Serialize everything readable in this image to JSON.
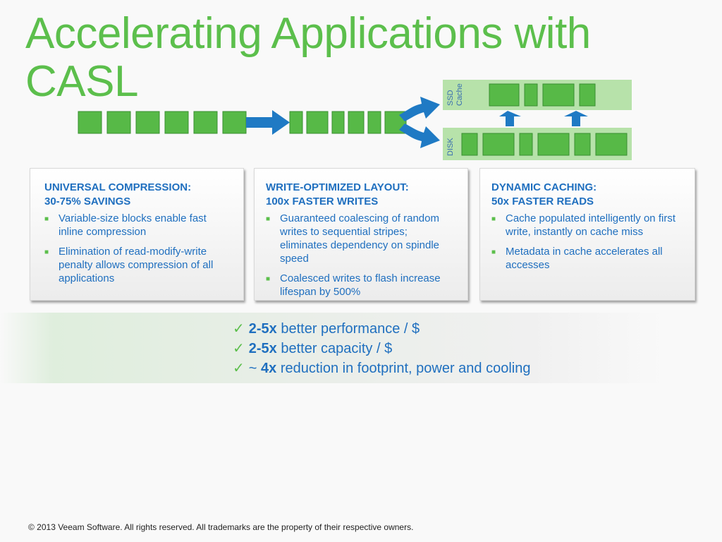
{
  "title": "Accelerating Applications with CASL",
  "diagram": {
    "ssd_label_line1": "SSD",
    "ssd_label_line2": "Cache",
    "disk_label": "DISK",
    "colors": {
      "block": "#57b947",
      "arrow": "#1f7ac4",
      "panel": "#b7e2aa"
    }
  },
  "cards": [
    {
      "title_line1": "UNIVERSAL COMPRESSION:",
      "title_line2": "30-75% SAVINGS",
      "bullets": [
        "Variable-size blocks enable fast inline compression",
        "Elimination of read-modify-write penalty allows compression of all applications"
      ]
    },
    {
      "title_line1": "WRITE-OPTIMIZED LAYOUT:",
      "title_line2": "100x FASTER WRITES",
      "bullets": [
        "Guaranteed coalescing of random writes to sequential stripes; eliminates dependency on spindle speed",
        "Coalesced writes to flash increase lifespan by 500%"
      ]
    },
    {
      "title_line1": "DYNAMIC CACHING:",
      "title_line2": "50x FASTER READS",
      "bullets": [
        "Cache populated intelligently on first write, instantly on cache miss",
        "Metadata in cache accelerates all accesses"
      ]
    }
  ],
  "benefits": [
    {
      "prefix": "",
      "bold": "2-5x",
      "text": " better performance / $"
    },
    {
      "prefix": "",
      "bold": "2-5x",
      "text": " better capacity / $"
    },
    {
      "prefix": "~ ",
      "bold": "4x",
      "text": " reduction in footprint, power and cooling"
    }
  ],
  "footer": "© 2013 Veeam Software. All rights reserved. All trademarks are the property of their respective owners."
}
